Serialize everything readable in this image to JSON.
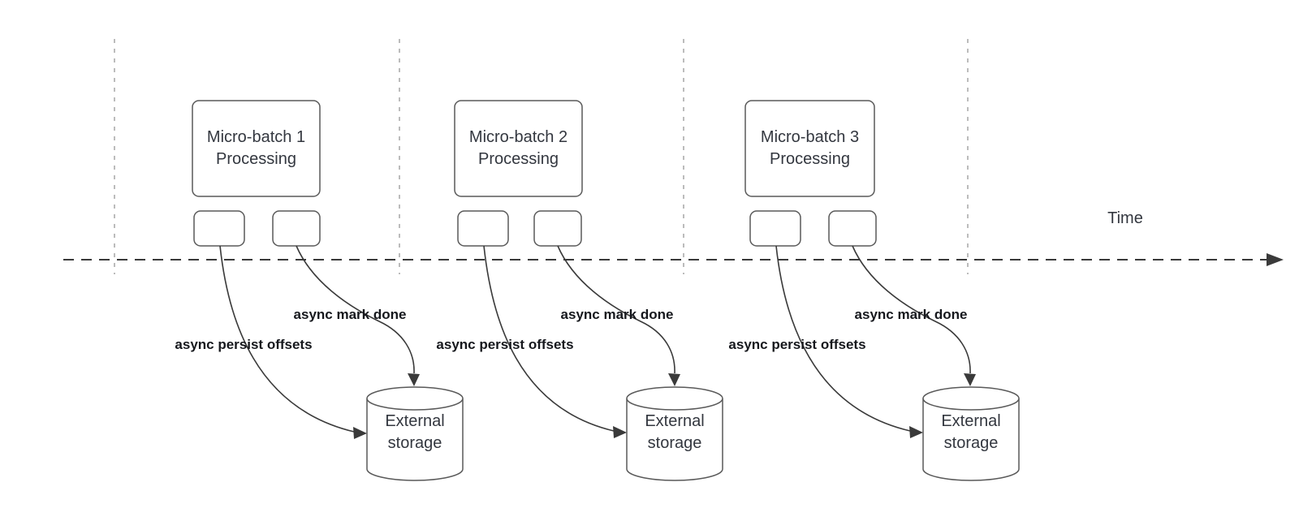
{
  "diagram": {
    "time_axis_label": "Time",
    "groups": [
      {
        "box_label": "Micro-batch 1\nProcessing",
        "persist_label": "async persist offsets",
        "done_label": "async mark done",
        "storage_label": "External\nstorage"
      },
      {
        "box_label": "Micro-batch 2\nProcessing",
        "persist_label": "async persist offsets",
        "done_label": "async mark done",
        "storage_label": "External\nstorage"
      },
      {
        "box_label": "Micro-batch 3\nProcessing",
        "persist_label": "async persist offsets",
        "done_label": "async mark done",
        "storage_label": "External\nstorage"
      }
    ],
    "colors": {
      "background": "#ffffff",
      "line": "#3a3a3a",
      "guide": "#ababab",
      "shape_border": "#595959",
      "text": "#33373f",
      "label_text": "#16181d"
    }
  }
}
